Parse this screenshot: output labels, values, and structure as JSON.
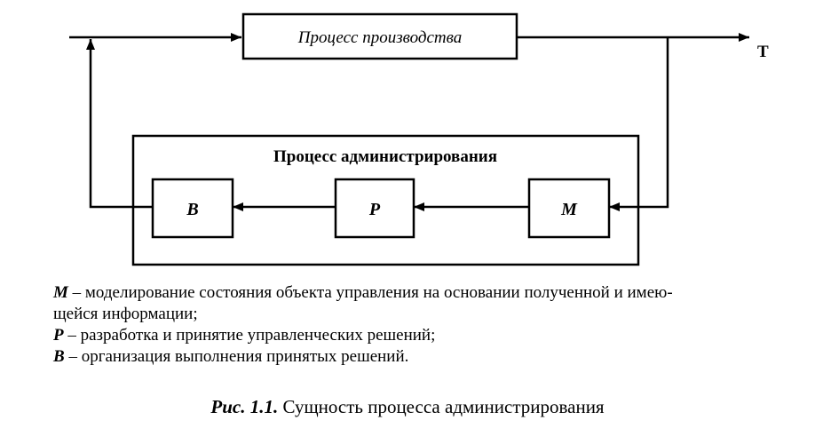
{
  "diagram": {
    "production_process": "Процесс производства",
    "output_label": "T",
    "admin_process": "Процесс администрирования",
    "block_b": "B",
    "block_p": "P",
    "block_m": "M"
  },
  "legend": [
    {
      "symbol": "М",
      "text": " – моделирование состояния объекта управления на основании полученной и имею-"
    },
    {
      "symbol": "",
      "text": "щейся информации;"
    },
    {
      "symbol": "Р",
      "text": " – разработка и принятие управленческих решений;"
    },
    {
      "symbol": "В",
      "text": " – организация выполнения принятых решений."
    }
  ],
  "caption": {
    "label": "Рис. 1.1.",
    "text": " Сущность процесса администрирования"
  }
}
